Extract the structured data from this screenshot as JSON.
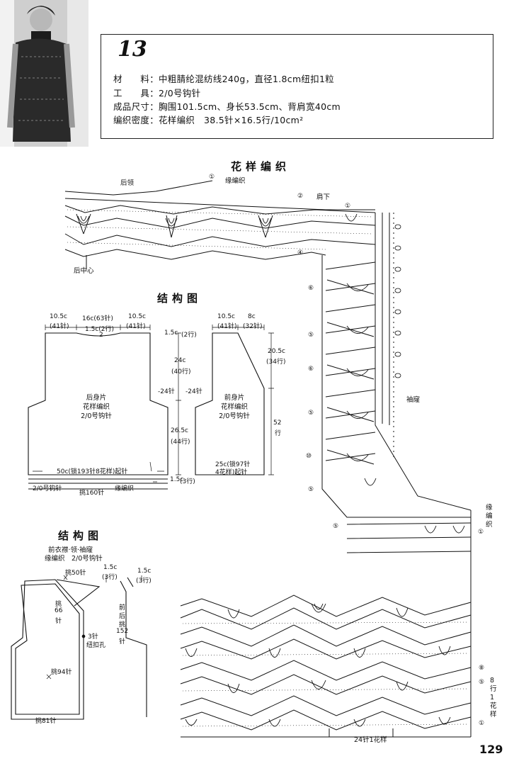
{
  "pattern_number": "13",
  "materials": {
    "material": "材　　料：中粗腈纶混纺线240g，直径1.8cm纽扣1粒",
    "tools": "工　　具：2/0号钩针",
    "size": "成品尺寸：胸围101.5cm、身长53.5cm、背肩宽40cm",
    "gauge": "编织密度：花样编织　38.5针×16.5行/10cm²"
  },
  "stitch_chart": {
    "title": "花样编织",
    "back_neck": "后领",
    "edging": "缘编织",
    "shoulder_slope": "肩下",
    "back_center": "后中心",
    "armhole": "袖窿",
    "edging_vertical": "缘编织",
    "row_markers_top": [
      "①",
      "②",
      "①",
      "④",
      "⑥",
      "⑤",
      "⑥",
      "⑤",
      "⑩",
      "⑤",
      "⑤",
      "①"
    ],
    "row_markers_bottom": [
      "⑧",
      "⑤",
      "①"
    ],
    "repeat_rows": "8行1花样",
    "repeat_stitches": "24针1花样"
  },
  "structure_top": {
    "title": "结构图",
    "back": {
      "label1": "后身片",
      "label2": "花样编织",
      "label3": "2/0号钩针",
      "top_left": "10.5c",
      "top_left_st": "(41针)",
      "top_mid": "16c(63针)",
      "top_mid_sub": "1.5c(2行)",
      "top_right": "10.5c",
      "top_right_st": "(41针)",
      "mid_val": "2",
      "dec_left": "-24针",
      "bottom": "50c(锁193针8花样)起针",
      "edge_left": "2/0号钩针",
      "edge_pick": "挑160针",
      "edge_label": "缘编织"
    },
    "center_dims": {
      "neck_h": "1.5c",
      "neck_rows": "(2行)",
      "armhole_h": "24c",
      "armhole_rows": "(40行)",
      "dec_mid": "-24针",
      "body_h": "26.5c",
      "body_rows": "(44行)",
      "edge_h": "1.5c",
      "edge_rows": "(3行)"
    },
    "front": {
      "label1": "前身片",
      "label2": "花样编织",
      "label3": "2/0号钩针",
      "top_left": "10.5c",
      "top_left_st": "(41针)",
      "top_right": "8c",
      "top_right_st": "(32针)",
      "side_h": "20.5c",
      "side_rows": "(34行)",
      "rows_total": "52",
      "rows_unit": "行",
      "bottom1": "25c(锁97针",
      "bottom2": "4花样)起针"
    }
  },
  "structure_bottom": {
    "title": "结构图",
    "sub1": "前衣襟·领·袖窿",
    "sub2": "缘编织　2/0号钩针",
    "pick_50": "挑50针",
    "pick_66_a": "挑",
    "pick_66_b": "66",
    "pick_66_c": "针",
    "dim_1_5a": "1.5c",
    "dim_3a": "(3行)",
    "dim_1_5b": "1.5c",
    "dim_3b": "(3行)",
    "front_back_a": "前",
    "front_back_b": "后",
    "front_back_c": "挑",
    "front_back_d": "152",
    "front_back_e": "针",
    "button_1": "3针",
    "button_2": "纽扣孔",
    "pick_94": "挑94针",
    "pick_81": "挑81针"
  },
  "page_number": "129"
}
